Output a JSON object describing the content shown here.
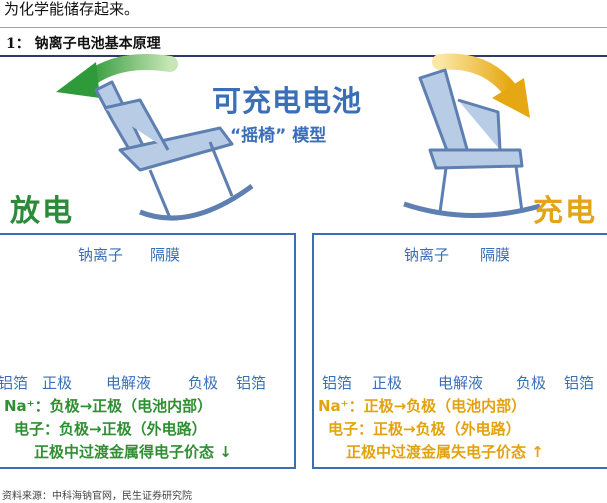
{
  "intro_text": "为化学能储存起来。",
  "figure_caption": "1：  钠离子电池基本原理",
  "header": {
    "title": "可充电电池",
    "subtitle": "“摇椅” 模型"
  },
  "modes": {
    "discharge": "放电",
    "charge": "充电"
  },
  "discharge_panel": {
    "sodium_ion_label": "钠离子",
    "separator_label": "隔膜",
    "labels": {
      "al_foil_left": "铝箔",
      "cathode": "正极",
      "electrolyte": "电解液",
      "anode": "负极",
      "al_foil_right": "铝箔"
    },
    "line1": "Na⁺：负极→正极（电池内部）",
    "line2": "电子：负极→正极（外电路）",
    "line3": "正极中过渡金属得电子价态 ↓"
  },
  "charge_panel": {
    "sodium_ion_label": "钠离子",
    "separator_label": "隔膜",
    "labels": {
      "al_foil_left": "铝箔",
      "cathode": "正极",
      "electrolyte": "电解液",
      "anode": "负极",
      "al_foil_right": "铝箔"
    },
    "line1": "Na⁺：正极→负极（电池内部）",
    "line2": "电子：正极→负极（外电路）",
    "line3": "正极中过渡金属失电子价态 ↑"
  },
  "source_text": "资料来源：中科海钠官网，民生证券研究院",
  "colors": {
    "blue": "#3a6fb8",
    "green": "#2f8f32",
    "amber": "#e3a20f",
    "red": "#e01b24"
  }
}
